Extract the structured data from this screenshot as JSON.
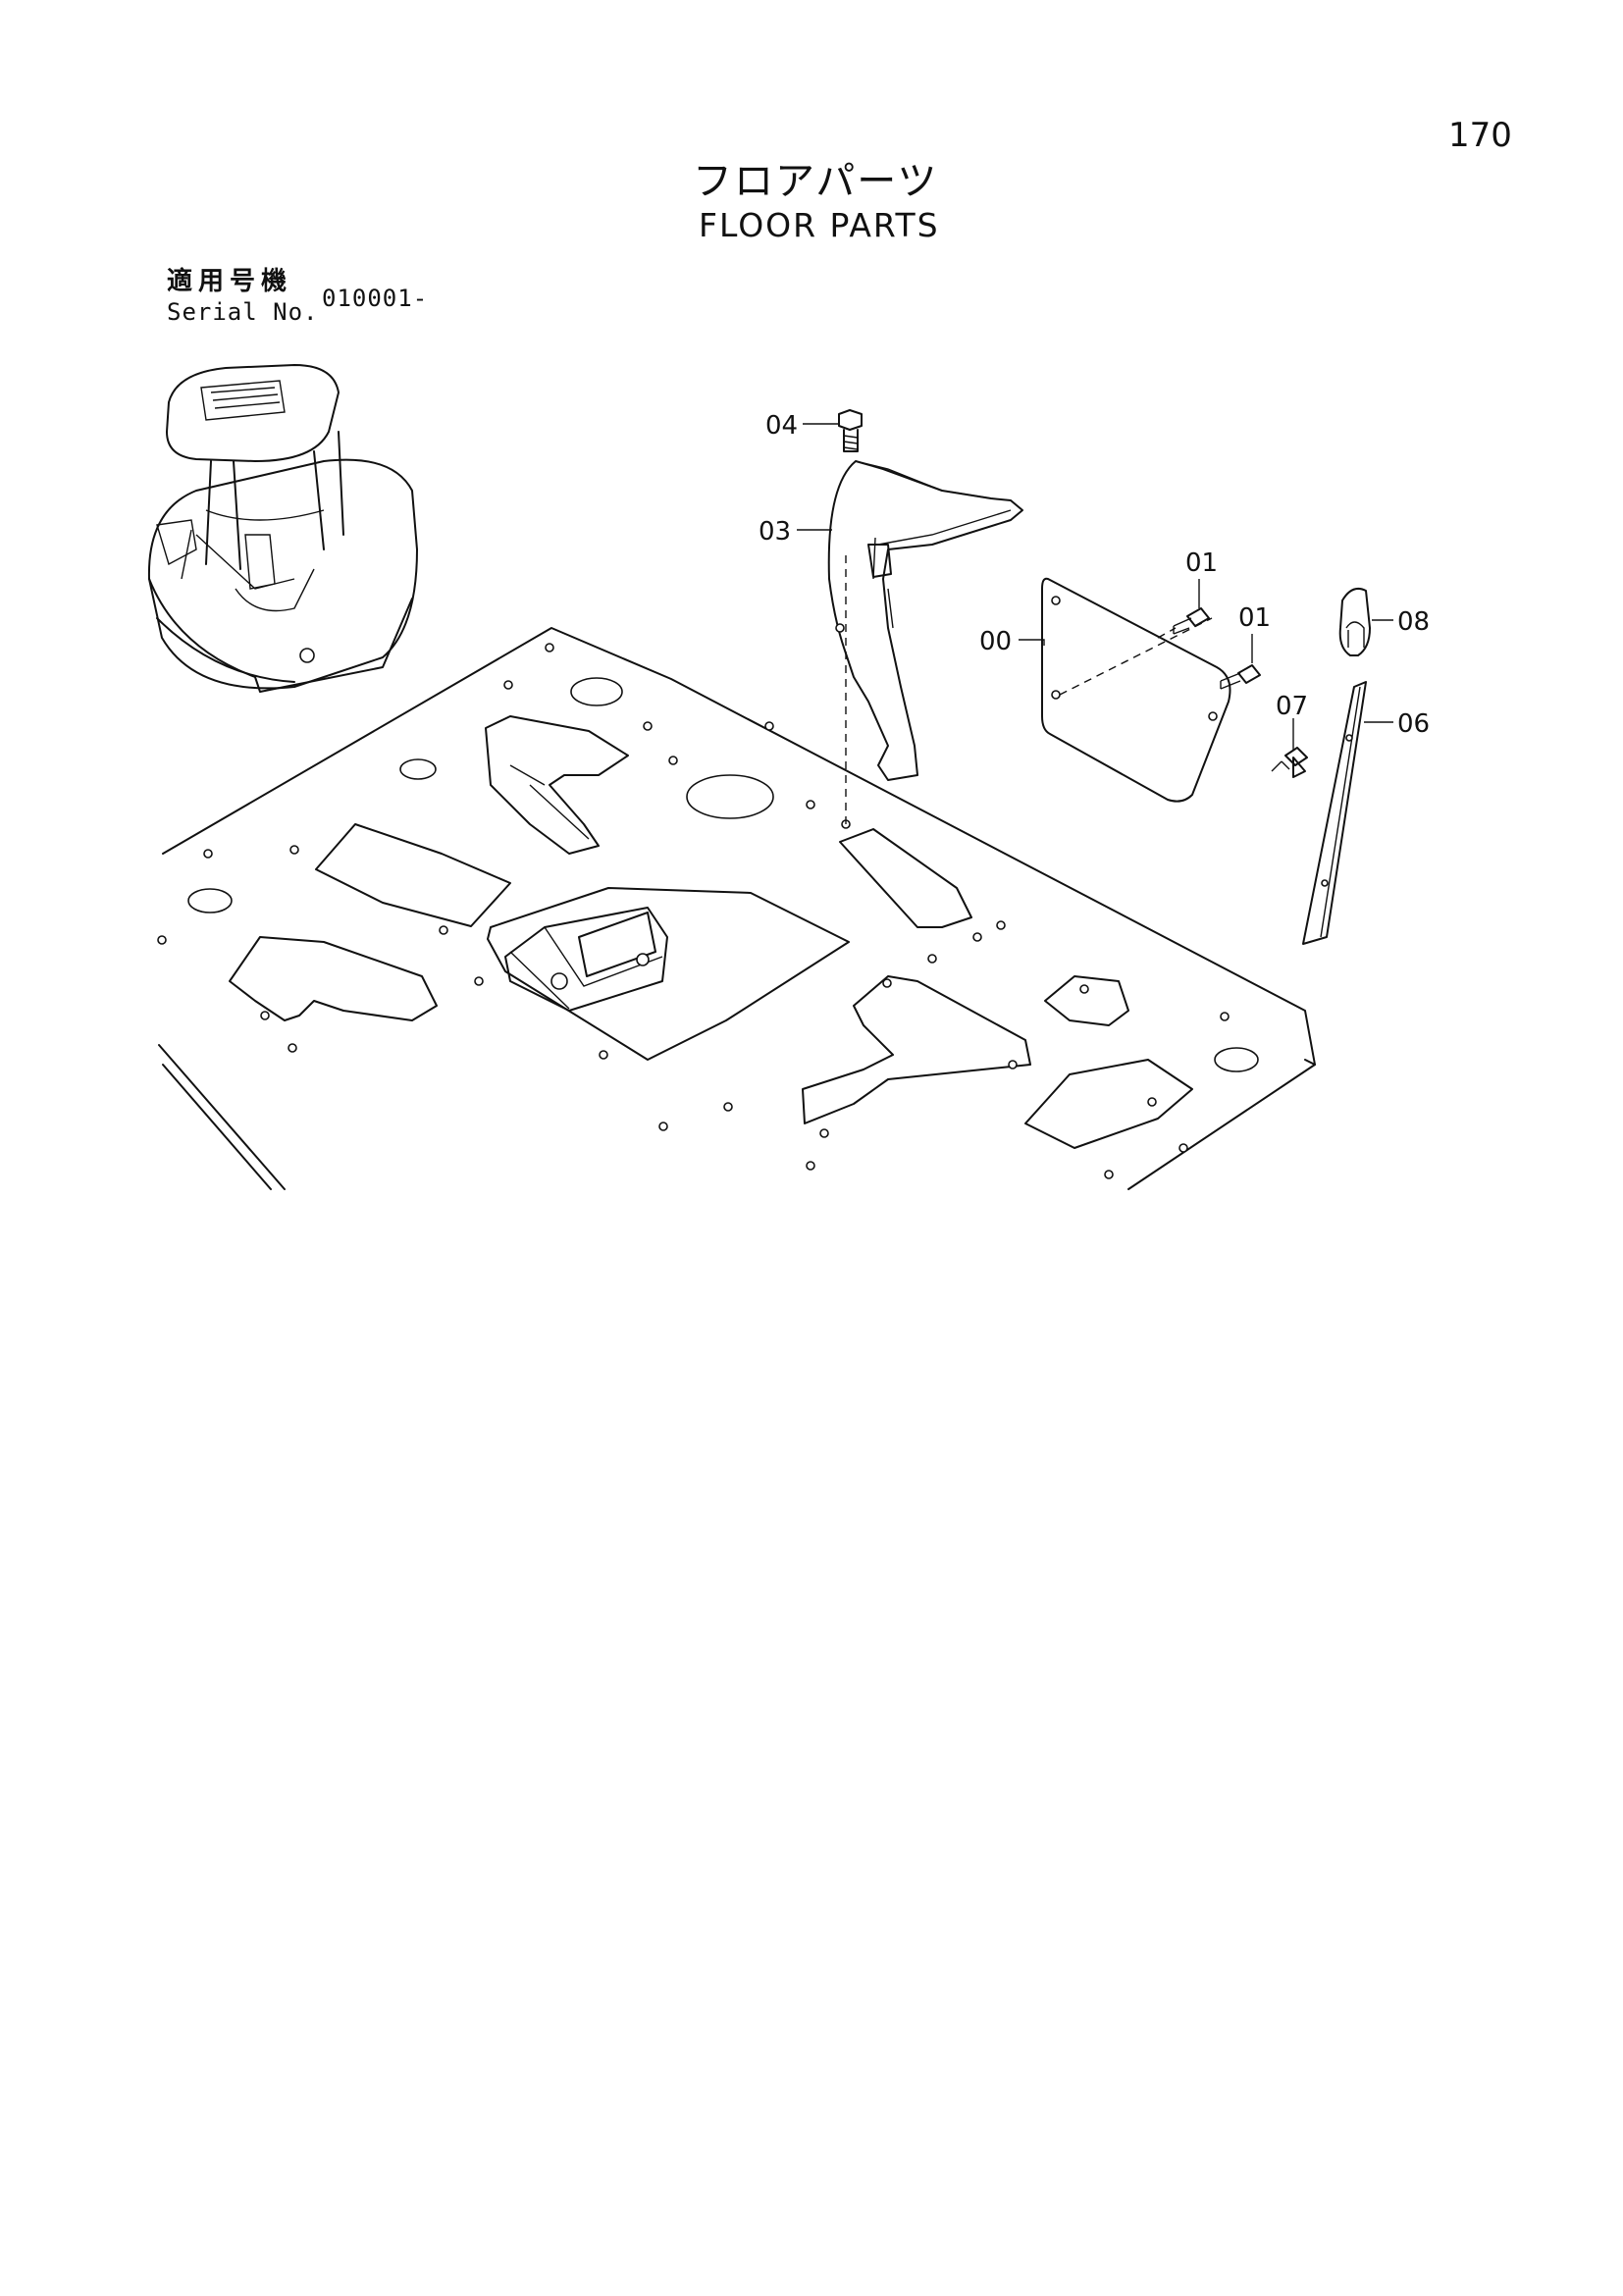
{
  "page": {
    "number": "170"
  },
  "title": {
    "japanese": "フロアパーツ",
    "english": "FLOOR PARTS"
  },
  "serial": {
    "label_japanese": "適用号機",
    "label_english": "Serial No.",
    "value": "010001-"
  },
  "callouts": {
    "c04": "04",
    "c03": "03",
    "c01a": "01",
    "c01b": "01",
    "c00": "00",
    "c08": "08",
    "c07": "07",
    "c06": "06"
  }
}
